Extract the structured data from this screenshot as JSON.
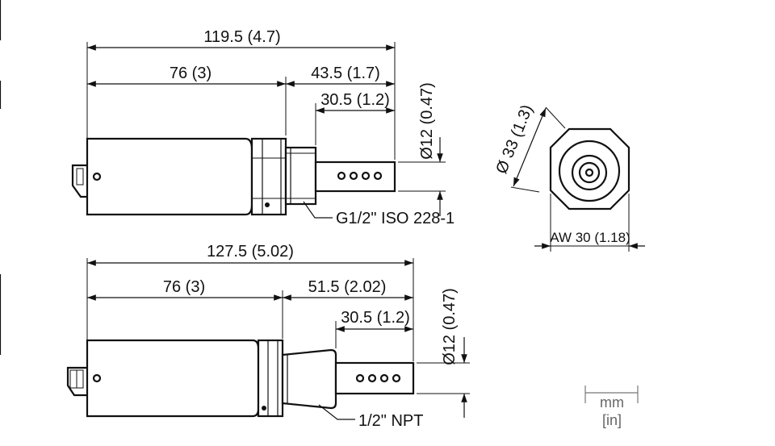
{
  "top_view": {
    "dim_overall": "119.5 (4.7)",
    "dim_body": "76 (3)",
    "dim_probe": "43.5 (1.7)",
    "dim_filter": "30.5 (1.2)",
    "dim_diameter": "Ø12 (0.47)",
    "thread_label": "G1/2\" ISO  228-1"
  },
  "bottom_view": {
    "dim_overall": "127.5 (5.02)",
    "dim_body": "76 (3)",
    "dim_probe": "51.5 (2.02)",
    "dim_filter": "30.5 (1.2)",
    "dim_diameter": "Ø12 (0.47)",
    "thread_label": "1/2\" NPT"
  },
  "end_view": {
    "dim_diameter": "Ø 33 (1.3)",
    "dim_wrench": "AW 30 (1.18)"
  },
  "units_legend": {
    "primary": "mm",
    "secondary": "[in]"
  }
}
